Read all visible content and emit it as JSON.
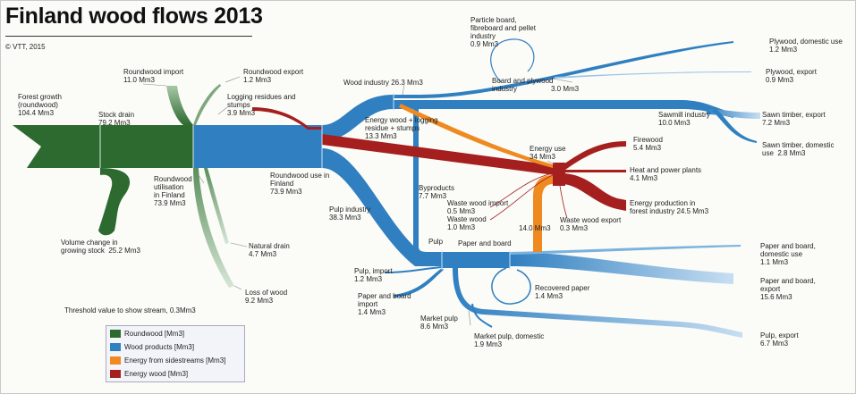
{
  "title": "Finland wood flows 2013",
  "credit": "© VTT, 2015",
  "threshold": "Threshold value to show stream, 0.3Mm3",
  "colors": {
    "roundwood": "#2d6a30",
    "roundwood_light": "#9cc09c",
    "wood_products": "#2f7fc1",
    "wood_products_light": "#a9cde9",
    "sidestreams": "#ef8a21",
    "energy_wood": "#a51f1f"
  },
  "legend": [
    {
      "label": "Roundwood [Mm3]",
      "color": "#2d6a30"
    },
    {
      "label": "Wood products [Mm3]",
      "color": "#2f7fc1"
    },
    {
      "label": "Energy from sidestreams [Mm3]",
      "color": "#ef8a21"
    },
    {
      "label": "Energy wood [Mm3]",
      "color": "#a51f1f"
    }
  ],
  "labels": {
    "forest_growth": "Forest growth\n(roundwood)\n104.4 Mm3",
    "stock_drain": "Stock drain\n79.2 Mm3",
    "roundwood_import": "Roundwood import\n11.0 Mm3",
    "roundwood_export": "Roundwood export\n1.2 Mm3",
    "logging_residues": "Logging residues and\nstumps\n3.9 Mm3",
    "roundwood_utilisation": "Roundwood\nutilisation\nin Finland\n73.9 Mm3",
    "volume_change": "Volume change in\ngrowing stock  25.2 Mm3",
    "natural_drain": "Natural drain\n4.7 Mm3",
    "loss_of_wood": "Loss of wood\n9.2 Mm3",
    "roundwood_use": "Roundwood use in\nFinland\n73.9 Mm3",
    "wood_industry": "Wood industry 26.3 Mm3",
    "energy_wood_logging": "Energy wood + logging\nresidue + stumps\n13.3 Mm3",
    "particle_board": "Particle board,\nfibreboard and pellet\nindustry\n0.9 Mm3",
    "board_plywood": "Board and plywood\nindustry",
    "board_plywood_value": "3.0 Mm3",
    "plywood_domestic": "Plywood, domestic use\n1.2 Mm3",
    "plywood_export": "Plywood, export\n0.9 Mm3",
    "sawmill": "Sawmill industry\n10.0 Mm3",
    "sawn_export": "Sawn timber, export\n7.2 Mm3",
    "sawn_domestic": "Sawn timber, domestic\nuse  2.8 Mm3",
    "energy_use": "Energy use\n34 Mm3",
    "firewood": "Firewood\n5.4 Mm3",
    "heat_power": "Heat and power plants\n4.1 Mm3",
    "energy_forest": "Energy production in\nforest industry 24.5 Mm3",
    "byproducts": "Byproducts\n7.7 Mm3",
    "waste_wood_import": "Waste wood import\n0.5 Mm3",
    "waste_wood": "Waste wood\n1.0 Mm3",
    "waste_wood_export": "Waste wood export\n0.3 Mm3",
    "value_14": "14.0 Mm3",
    "pulp_industry": "Pulp industry\n38.3 Mm3",
    "pulp": "Pulp",
    "paper_board": "Paper and board",
    "pulp_import": "Pulp, import\n1.2 Mm3",
    "paper_board_import": "Paper and board\nimport\n1.4 Mm3",
    "recovered_paper": "Recovered paper\n1.4 Mm3",
    "market_pulp": "Market pulp\n8.6 Mm3",
    "market_pulp_domestic": "Market pulp, domestic\n1.9 Mm3",
    "paper_domestic": "Paper and board,\ndomestic use\n1.1 Mm3",
    "paper_export": "Paper and board,\nexport\n15.6 Mm3",
    "pulp_export": "Pulp, export\n6.7 Mm3"
  }
}
